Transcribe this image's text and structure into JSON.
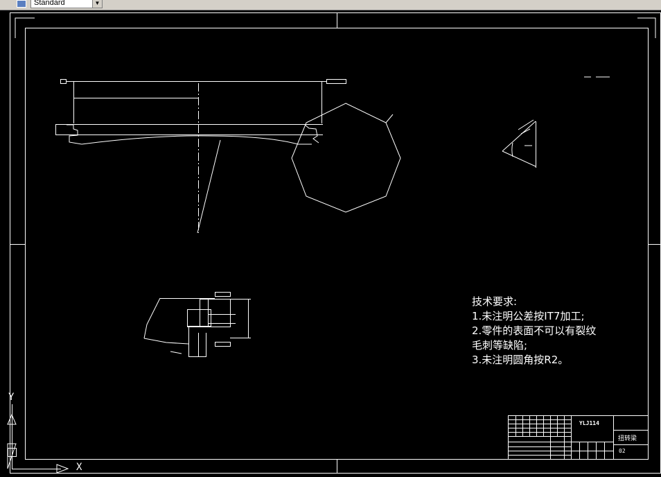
{
  "toolbar": {
    "text_style": "Standard"
  },
  "drawing": {
    "tech_requirements": [
      "技术要求:",
      "1.未注明公差按IT7加工;",
      "2.零件的表面不可以有裂纹",
      "毛刺等缺陷;",
      "3.未注明圆角按R2。"
    ],
    "title_block": {
      "drawing_no": "YLJ114",
      "part_name": "扭转梁",
      "sheet": "02"
    },
    "ucs": {
      "x_label": "X",
      "y_label": "Y"
    }
  },
  "colors": {
    "background": "#000000",
    "lines": "#ffffff",
    "toolbar": "#d4d0c8"
  }
}
